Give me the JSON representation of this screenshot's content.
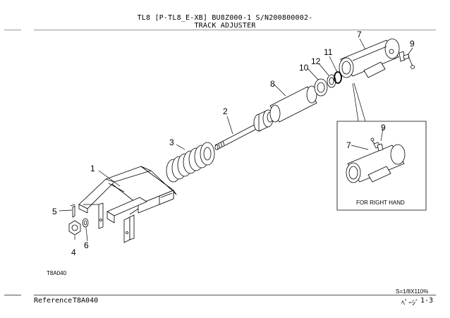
{
  "header": {
    "line1": "TL8 [P-TL8_E-XB]  BU8Z000-1 S/N200800002-",
    "line2": "TRACK ADJUSTER"
  },
  "figure": {
    "code": "T8A040",
    "inset_caption": "FOR RIGHT HAND",
    "callouts": {
      "c1": "1",
      "c2": "2",
      "c3": "3",
      "c4": "4",
      "c5": "5",
      "c6": "6",
      "c7": "7",
      "c8": "8",
      "c9": "9",
      "c10": "10",
      "c11": "11",
      "c12": "12",
      "inset7": "7",
      "inset9": "9"
    }
  },
  "footer": {
    "reference_label": "Reference",
    "reference_code": "T8A040",
    "scale": "S=1/8X110%",
    "page_kana": "ﾍﾟｰｼﾞ",
    "page_number": "1-3"
  }
}
